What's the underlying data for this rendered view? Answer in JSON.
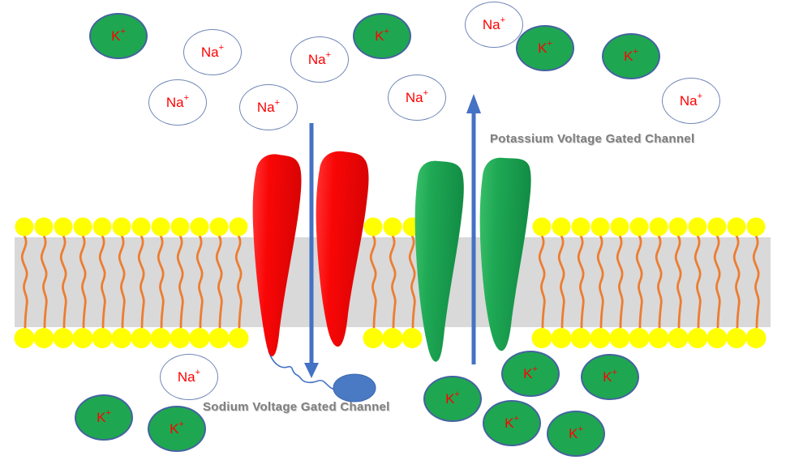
{
  "labels": {
    "potassium_channel": "Potassium Voltage Gated Channel",
    "sodium_channel": "Sodium Voltage Gated Channel"
  },
  "ions": [
    {
      "kind": "potassium",
      "base": "K",
      "sup": "+"
    },
    {
      "kind": "sodium",
      "base": "Na",
      "sup": "+"
    },
    {
      "kind": "sodium",
      "base": "Na",
      "sup": "+"
    },
    {
      "kind": "sodium",
      "base": "Na",
      "sup": "+"
    },
    {
      "kind": "sodium",
      "base": "Na",
      "sup": "+"
    },
    {
      "kind": "potassium",
      "base": "K",
      "sup": "+"
    },
    {
      "kind": "sodium",
      "base": "Na",
      "sup": "+"
    },
    {
      "kind": "sodium",
      "base": "Na",
      "sup": "+"
    },
    {
      "kind": "potassium",
      "base": "K",
      "sup": "+"
    },
    {
      "kind": "potassium",
      "base": "K",
      "sup": "+"
    },
    {
      "kind": "sodium",
      "base": "Na",
      "sup": "+"
    },
    {
      "kind": "sodium",
      "base": "Na",
      "sup": "+"
    },
    {
      "kind": "potassium",
      "base": "K",
      "sup": "+"
    },
    {
      "kind": "potassium",
      "base": "K",
      "sup": "+"
    },
    {
      "kind": "potassium",
      "base": "K",
      "sup": "+"
    },
    {
      "kind": "potassium",
      "base": "K",
      "sup": "+"
    },
    {
      "kind": "potassium",
      "base": "K",
      "sup": "+"
    },
    {
      "kind": "potassium",
      "base": "K",
      "sup": "+"
    },
    {
      "kind": "potassium",
      "base": "K",
      "sup": "+"
    }
  ],
  "colors": {
    "membrane_gray": "#d9d9d9",
    "lipid_head": "#ffff00",
    "lipid_tail": "#ed7d31",
    "arrow_blue": "#4472c4",
    "inactivation_ball": "#4b7ac4",
    "sodium_channel_red": "#f90606",
    "potassium_channel_green": "#1ea854",
    "ion_text": "#ff0000",
    "potassium_ion_fill": "#1ea750",
    "sodium_ion_fill": "#ffffff",
    "label_text": "#7f7f7f"
  }
}
